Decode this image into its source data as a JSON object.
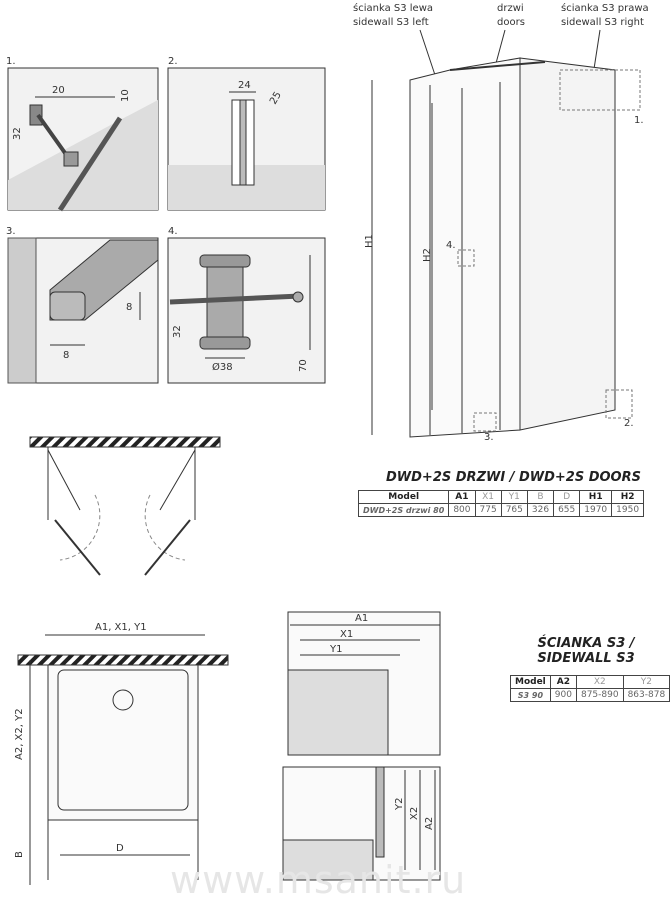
{
  "callouts": {
    "left_pl": "ścianka S3 lewa",
    "left_en": "sidewall S3 left",
    "doors_pl": "drzwi",
    "doors_en": "doors",
    "right_pl": "ścianka S3 prawa",
    "right_en": "sidewall S3 right"
  },
  "details": [
    {
      "num": "1.",
      "dims": [
        "20",
        "10",
        "32"
      ]
    },
    {
      "num": "2.",
      "dims": [
        "24",
        "25"
      ]
    },
    {
      "num": "3.",
      "dims": [
        "8",
        "8"
      ]
    },
    {
      "num": "4.",
      "dims": [
        "32",
        "Ø38",
        "70"
      ]
    }
  ],
  "view3d": {
    "h1": "H1",
    "h2": "H2",
    "marks": [
      "1.",
      "2.",
      "3.",
      "4."
    ]
  },
  "plan": {
    "a1": "A1, X1, Y1",
    "a2": "A2, X2, Y2",
    "b": "B",
    "d": "D"
  },
  "section": {
    "a1": "A1",
    "x1": "X1",
    "y1": "Y1",
    "y2": "Y2",
    "x2": "X2",
    "a2": "A2"
  },
  "doors_table": {
    "title": "DWD+2S DRZWI / DWD+2S DOORS",
    "headers": [
      "Model",
      "A1",
      "X1",
      "Y1",
      "B",
      "D",
      "H1",
      "H2"
    ],
    "rows": [
      [
        "DWD+2S drzwi 80",
        "800",
        "775",
        "765",
        "326",
        "655",
        "1970",
        "1950"
      ]
    ]
  },
  "sidewall_table": {
    "title_line1": "ŚCIANKA S3 /",
    "title_line2": "SIDEWALL S3",
    "headers": [
      "Model",
      "A2",
      "X2",
      "Y2"
    ],
    "rows": [
      [
        "S3 90",
        "900",
        "875-890",
        "863-878"
      ]
    ]
  },
  "watermark": "www.msanit.ru"
}
